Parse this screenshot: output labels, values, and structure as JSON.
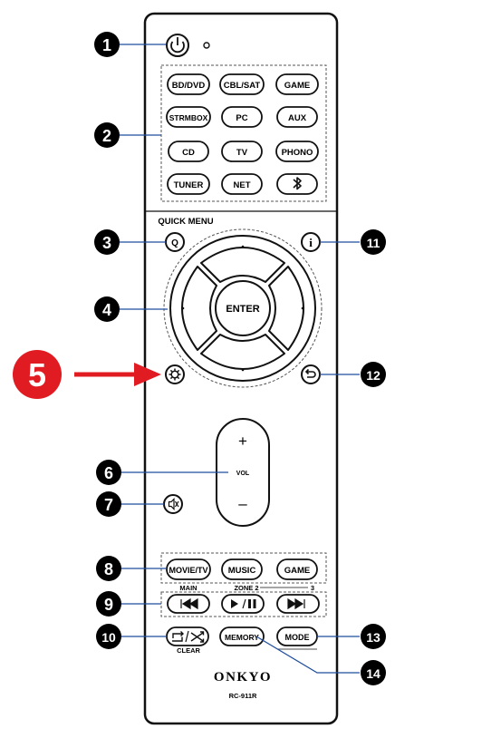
{
  "remote": {
    "brand": "ONKYO",
    "model": "RC-911R",
    "quick_menu_label": "QUICK MENU",
    "input_buttons": [
      [
        "BD/DVD",
        "CBL/SAT",
        "GAME"
      ],
      [
        "STRMBOX",
        "PC",
        "AUX"
      ],
      [
        "CD",
        "TV",
        "PHONO"
      ],
      [
        "TUNER",
        "NET",
        "bluetooth-icon"
      ]
    ],
    "enter_label": "ENTER",
    "vol_label": "VOL",
    "vol_plus": "+",
    "vol_minus": "–",
    "mode_buttons": [
      "MOVIE/TV",
      "MUSIC",
      "GAME"
    ],
    "zone_labels": {
      "main": "MAIN",
      "zone2": "ZONE 2",
      "zone3": "3"
    },
    "transport_buttons": [
      "⏮",
      "►/❚❚",
      "⏭"
    ],
    "bottom_buttons": {
      "repeat": "⟲/⤮",
      "memory": "MEMORY",
      "mode": "MODE"
    },
    "clear_label": "CLEAR"
  },
  "callouts": {
    "n1": "❶",
    "n2": "❷",
    "n3": "❸",
    "n4": "❹",
    "n5": "5",
    "n6": "❻",
    "n7": "❼",
    "n8": "❽",
    "n9": "❾",
    "n10": "❿",
    "n11": "⓫",
    "n12": "⓬",
    "n13": "⓭",
    "n14": "⓮"
  },
  "colors": {
    "callout_fill": "#000000",
    "highlight_fill": "#e01b22",
    "leader_line": "#1f4e9c",
    "arrow": "#e01b22"
  }
}
